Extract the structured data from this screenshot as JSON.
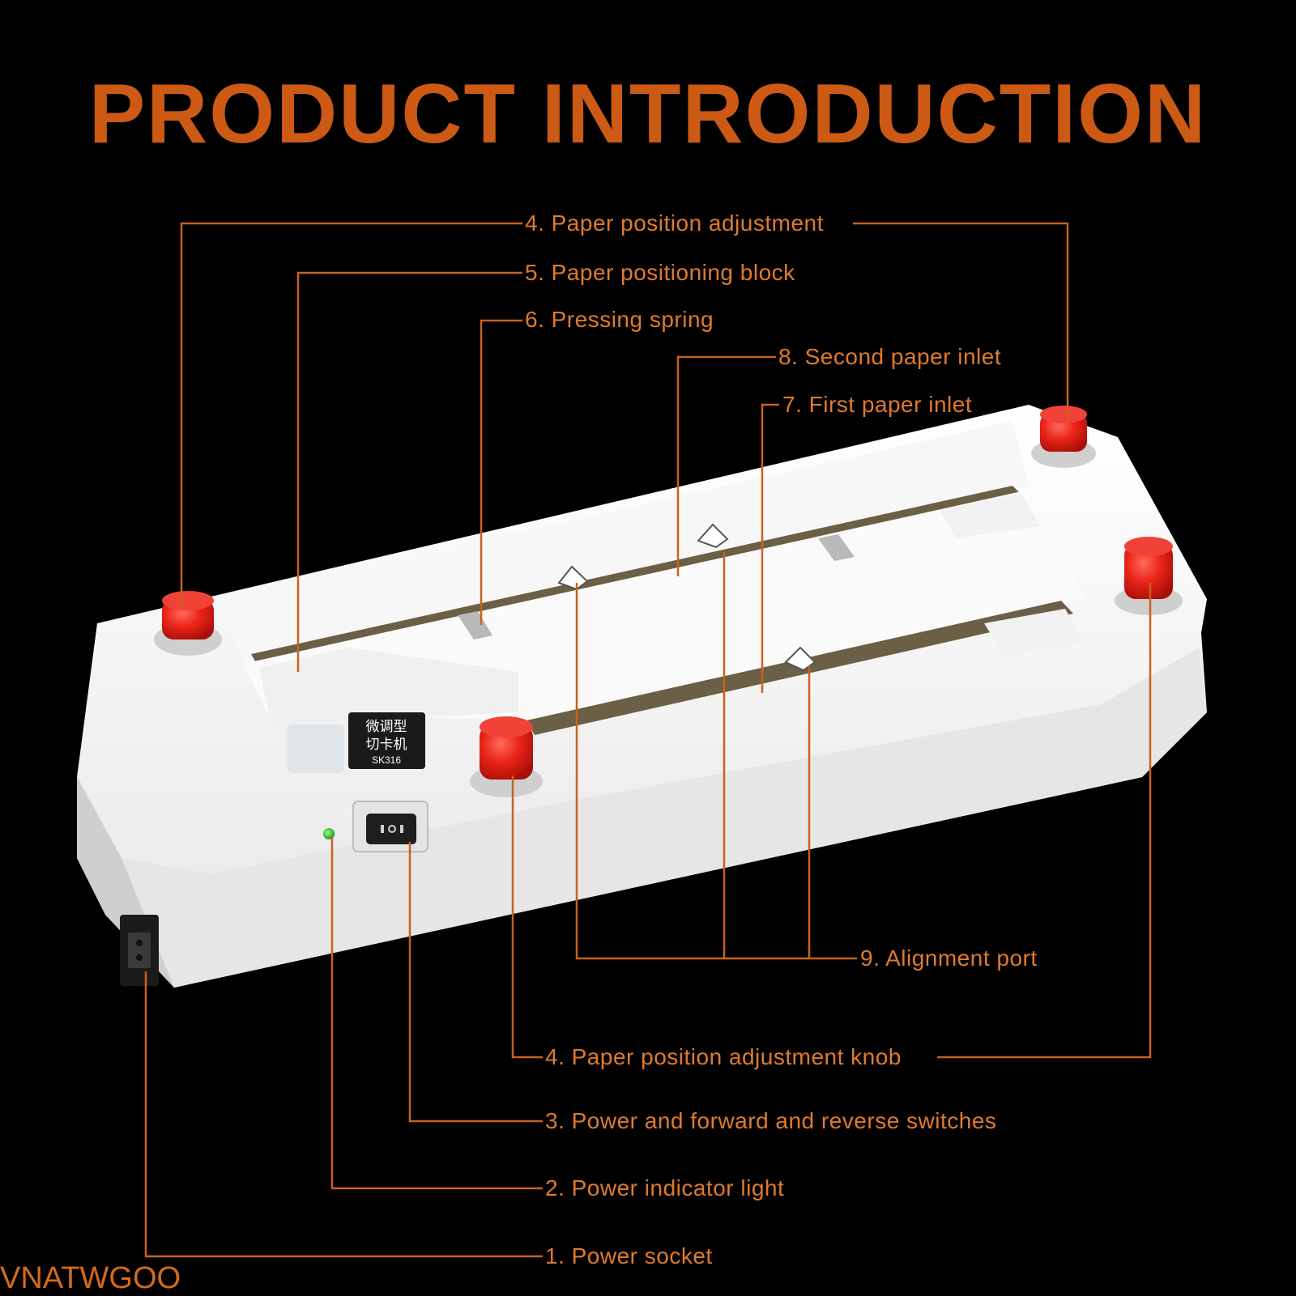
{
  "title": "PRODUCT INTRODUCTION",
  "colors": {
    "background": "#000000",
    "accent": "#cc5a14",
    "callout_text": "#e07a2e",
    "leader_line": "#c8621e",
    "device_body": "#eeeeee",
    "knob": "#e8261c",
    "indicator": "#2ec02e"
  },
  "device_label": {
    "line1": "微调型",
    "line2": "切卡机",
    "model": "SK316"
  },
  "callouts": {
    "paper_position_adjustment": "4. Paper position adjustment",
    "paper_positioning_block": "5. Paper positioning block",
    "pressing_spring": "6. Pressing spring",
    "second_paper_inlet": "8. Second paper inlet",
    "first_paper_inlet": "7. First paper inlet",
    "alignment_port": "9. Alignment port",
    "paper_position_adjustment_knob": "4. Paper position adjustment knob",
    "power_switches": "3. Power and forward and reverse switches",
    "power_indicator": "2. Power indicator light",
    "power_socket": "1. Power socket"
  },
  "watermark": "VNATWGOO"
}
